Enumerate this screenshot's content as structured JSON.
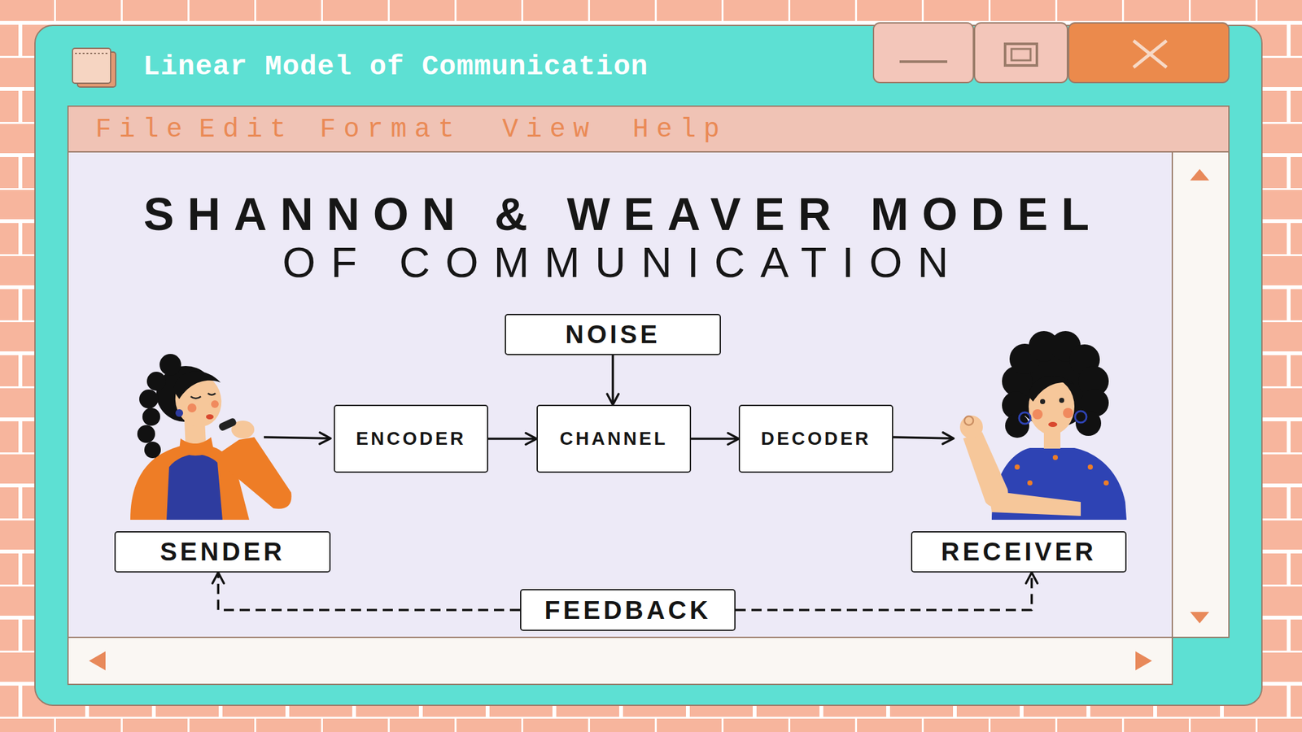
{
  "diagram": {
    "title": "SHANNON & WEAVER MODEL OF COMMUNICATION",
    "nodes": [
      {
        "text": [
          "NOISE"
        ]
      },
      {
        "text": [
          "ENCODER"
        ]
      },
      {
        "text": [
          "CHANNEL"
        ]
      },
      {
        "text": [
          "DECODER"
        ]
      },
      {
        "text": [
          "SENDER"
        ]
      },
      {
        "text": [
          "RECEIVER"
        ]
      },
      {
        "text": [
          "FEEDBACK"
        ]
      }
    ],
    "edges": [
      {
        "from": 1,
        "to": 2,
        "arrow": "to"
      },
      {
        "from": 2,
        "to": 3,
        "arrow": "to"
      },
      {
        "from": 0,
        "to": 2,
        "arrow": "to"
      },
      {
        "from": 6,
        "to": 4,
        "arrow": "to"
      },
      {
        "from": 6,
        "to": 5,
        "arrow": "to"
      }
    ],
    "labels": [
      "Linear Model of Communication",
      "File",
      "Edit",
      "Format",
      "View",
      "Help"
    ]
  }
}
